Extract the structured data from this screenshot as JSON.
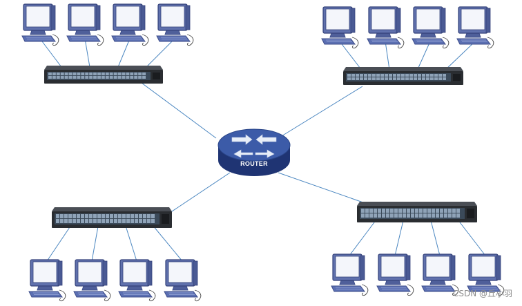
{
  "router": {
    "label": "ROUTER"
  },
  "watermark": "CSDN @丘小羽",
  "colors": {
    "link": "#4a86c0",
    "switch_body": "#2a2d31",
    "port_panel": "#3b4a5a",
    "port": "#8fa3b8",
    "monitor_frame": "#5e6ea8",
    "monitor_screen": "#f4f6fb",
    "router_top": "#3c5ba8",
    "router_side": "#1f3473",
    "router_arrow": "#e8eef8"
  },
  "groups": [
    {
      "name": "top-left",
      "switch_ports": 48,
      "computers": 4
    },
    {
      "name": "top-right",
      "switch_ports": 48,
      "computers": 4
    },
    {
      "name": "bottom-left",
      "switch_ports": 48,
      "computers": 4
    },
    {
      "name": "bottom-right",
      "switch_ports": 48,
      "computers": 4
    }
  ]
}
